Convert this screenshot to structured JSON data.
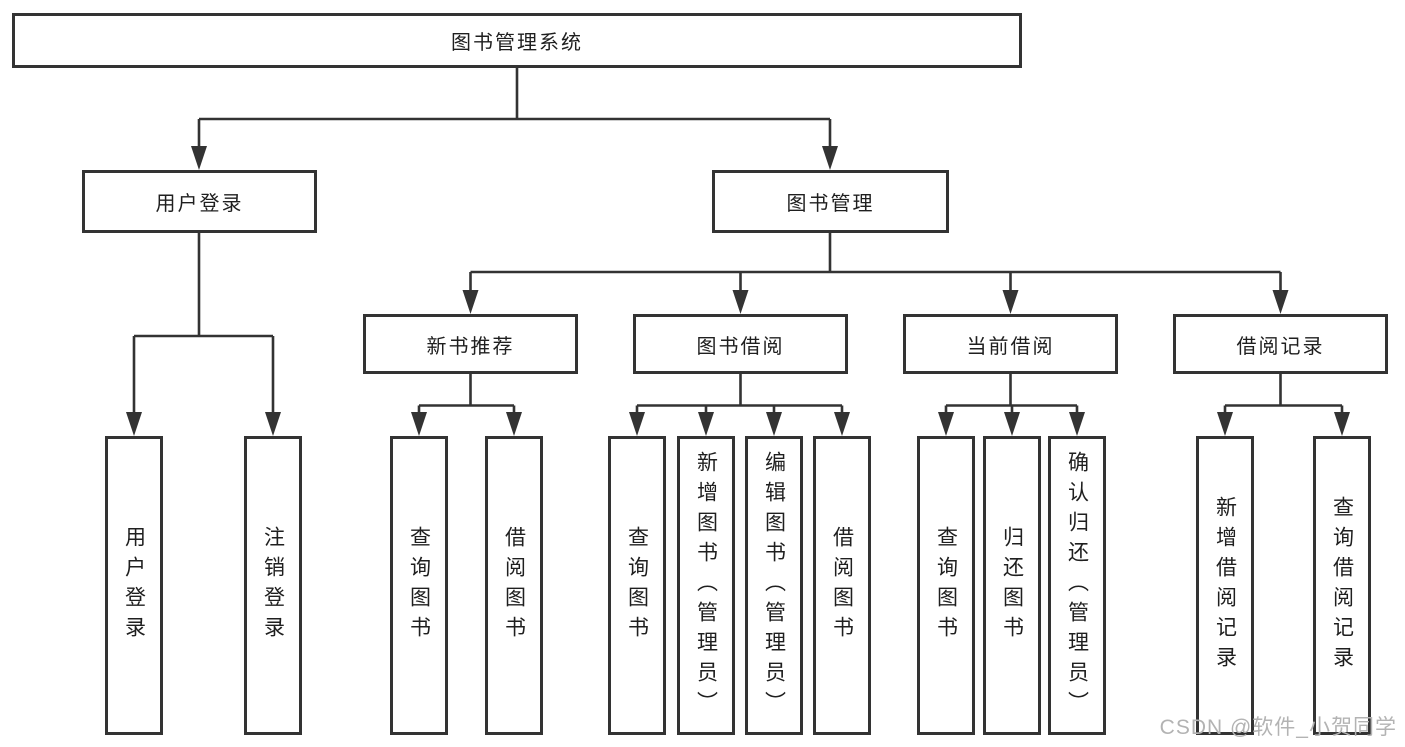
{
  "diagram": {
    "root_label": "图书管理系统",
    "level2": [
      {
        "label": "用户登录"
      },
      {
        "label": "图书管理"
      }
    ],
    "level3": [
      {
        "label": "新书推荐"
      },
      {
        "label": "图书借阅"
      },
      {
        "label": "当前借阅"
      },
      {
        "label": "借阅记录"
      }
    ],
    "leaves": [
      {
        "group": "用户登录",
        "label": "用户登录"
      },
      {
        "group": "用户登录",
        "label": "注销登录"
      },
      {
        "group": "新书推荐",
        "label": "查询图书"
      },
      {
        "group": "新书推荐",
        "label": "借阅图书"
      },
      {
        "group": "图书借阅",
        "label": "查询图书"
      },
      {
        "group": "图书借阅",
        "label": "新增图书（管理员）"
      },
      {
        "group": "图书借阅",
        "label": "编辑图书（管理员）"
      },
      {
        "group": "图书借阅",
        "label": "借阅图书"
      },
      {
        "group": "当前借阅",
        "label": "查询图书"
      },
      {
        "group": "当前借阅",
        "label": "归还图书"
      },
      {
        "group": "当前借阅",
        "label": "确认归还（管理员）"
      },
      {
        "group": "借阅记录",
        "label": "新增借阅记录"
      },
      {
        "group": "借阅记录",
        "label": "查询借阅记录"
      }
    ],
    "watermark": "CSDN @软件_小贺同学",
    "colors": {
      "line": "#333333",
      "text": "#1f1f1f",
      "background": "#ffffff",
      "watermark": "#b3b3b3"
    }
  }
}
